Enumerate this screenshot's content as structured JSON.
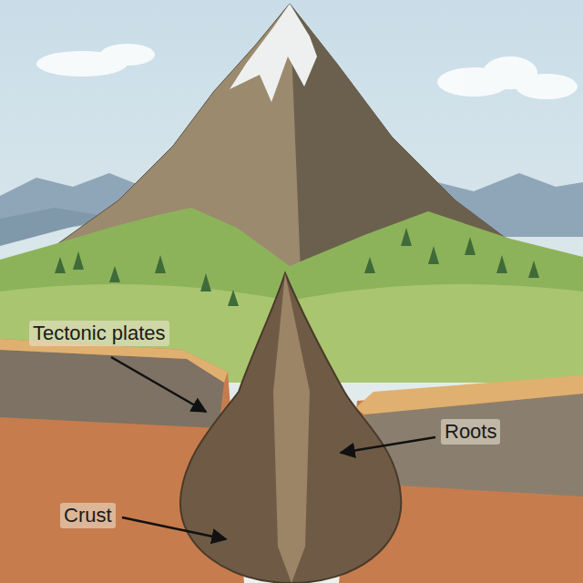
{
  "diagram": {
    "labels": [
      "Tectonic plates",
      "Roots",
      "Crust"
    ]
  }
}
